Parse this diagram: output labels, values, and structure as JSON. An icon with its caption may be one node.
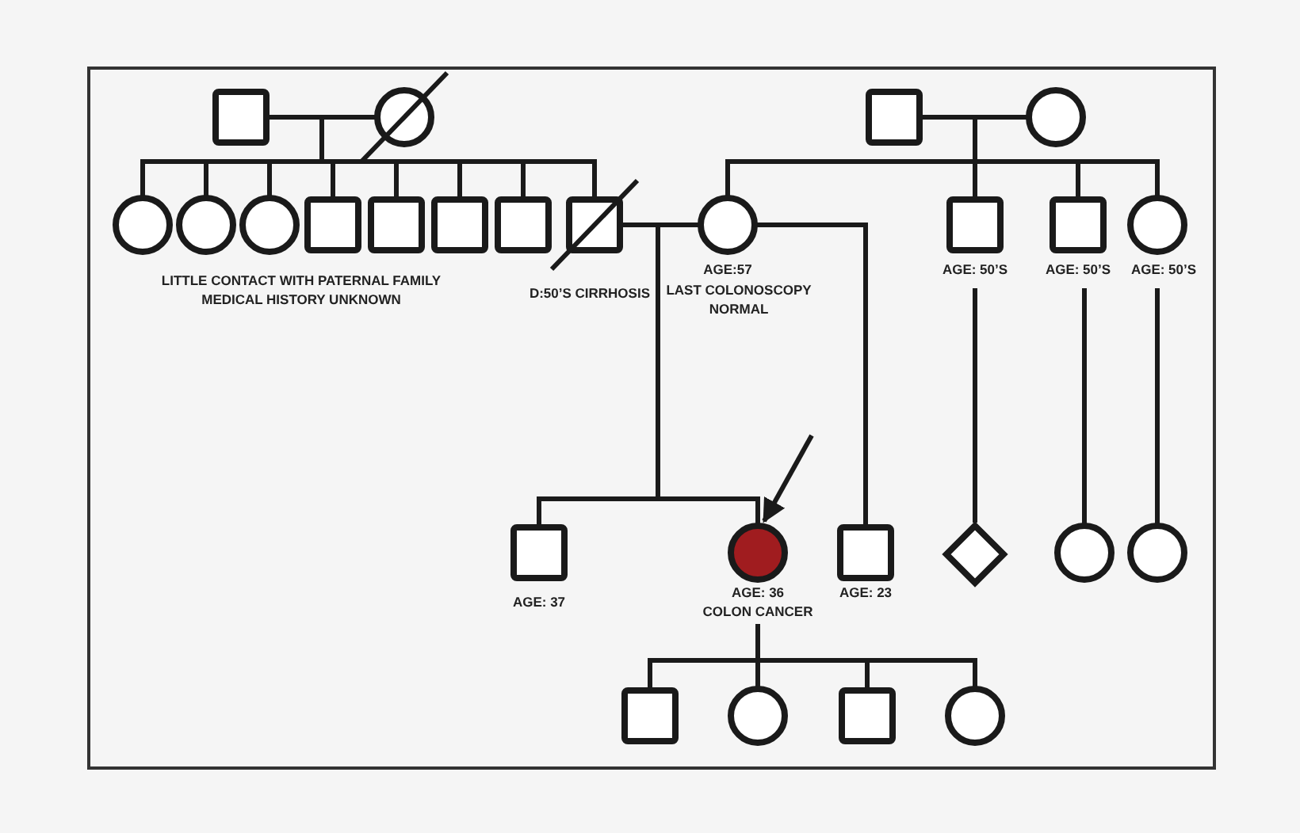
{
  "diagram": {
    "nodes": [
      {
        "text": [],
        "shape": "box"
      },
      {
        "text": [],
        "shape": "circle"
      },
      {
        "text": [],
        "shape": "box"
      },
      {
        "text": [],
        "shape": "circle"
      },
      {
        "text": [],
        "shape": "circle"
      },
      {
        "text": [],
        "shape": "circle"
      },
      {
        "text": [],
        "shape": "circle"
      },
      {
        "text": [],
        "shape": "box"
      },
      {
        "text": [],
        "shape": "box"
      },
      {
        "text": [],
        "shape": "box"
      },
      {
        "text": [],
        "shape": "box"
      },
      {
        "text": [],
        "shape": "box",
        "beside": [
          "D:50’S CIRRHOSIS"
        ]
      },
      {
        "text": [],
        "shape": "circle",
        "beside": [
          "AGE:57",
          "LAST COLONOSCOPY NORMAL"
        ]
      },
      {
        "text": [],
        "shape": "box",
        "beside": [
          "AGE: 50’S"
        ]
      },
      {
        "text": [],
        "shape": "box",
        "beside": [
          "AGE: 50’S"
        ]
      },
      {
        "text": [],
        "shape": "circle",
        "beside": [
          "AGE: 50’S"
        ]
      },
      {
        "text": [],
        "shape": "box",
        "beside": [
          "AGE: 37"
        ]
      },
      {
        "text": [],
        "shape": "circle",
        "beside": [
          "AGE: 36",
          "COLON CANCER"
        ]
      },
      {
        "text": [],
        "shape": "box",
        "beside": [
          "AGE: 23"
        ]
      },
      {
        "text": [],
        "shape": "diamond"
      },
      {
        "text": [],
        "shape": "circle"
      },
      {
        "text": [],
        "shape": "circle"
      },
      {
        "text": [],
        "shape": "box"
      },
      {
        "text": [],
        "shape": "circle"
      },
      {
        "text": [],
        "shape": "box"
      },
      {
        "text": [],
        "shape": "circle"
      }
    ],
    "edges": [
      {
        "from": 0,
        "to": 1,
        "arrow": "none"
      },
      {
        "from": 0,
        "to": 4,
        "arrow": "none"
      },
      {
        "from": 0,
        "to": 5,
        "arrow": "none"
      },
      {
        "from": 0,
        "to": 6,
        "arrow": "none"
      },
      {
        "from": 0,
        "to": 7,
        "arrow": "none"
      },
      {
        "from": 0,
        "to": 8,
        "arrow": "none"
      },
      {
        "from": 0,
        "to": 9,
        "arrow": "none"
      },
      {
        "from": 0,
        "to": 10,
        "arrow": "none"
      },
      {
        "from": 0,
        "to": 11,
        "arrow": "none"
      },
      {
        "from": 2,
        "to": 3,
        "arrow": "none"
      },
      {
        "from": 2,
        "to": 12,
        "arrow": "none"
      },
      {
        "from": 2,
        "to": 13,
        "arrow": "none"
      },
      {
        "from": 2,
        "to": 14,
        "arrow": "none"
      },
      {
        "from": 2,
        "to": 15,
        "arrow": "none"
      },
      {
        "from": 11,
        "to": 12,
        "arrow": "none"
      },
      {
        "from": 11,
        "to": 16,
        "arrow": "none"
      },
      {
        "from": 11,
        "to": 17,
        "arrow": "none"
      },
      {
        "from": 12,
        "to": 18,
        "arrow": "none"
      },
      {
        "from": 13,
        "to": 19,
        "arrow": "none"
      },
      {
        "from": 14,
        "to": 20,
        "arrow": "none"
      },
      {
        "from": 15,
        "to": 21,
        "arrow": "none"
      },
      {
        "from": 17,
        "to": 22,
        "arrow": "none"
      },
      {
        "from": 17,
        "to": 23,
        "arrow": "none"
      },
      {
        "from": 17,
        "to": 24,
        "arrow": "none"
      },
      {
        "from": 17,
        "to": 25,
        "arrow": "none"
      },
      {
        "from": null,
        "to": 17,
        "arrow": "to"
      }
    ],
    "labels": [
      "LITTLE CONTACT WITH PATERNAL FAMILY MEDICAL HISTORY UNKNOWN"
    ]
  }
}
